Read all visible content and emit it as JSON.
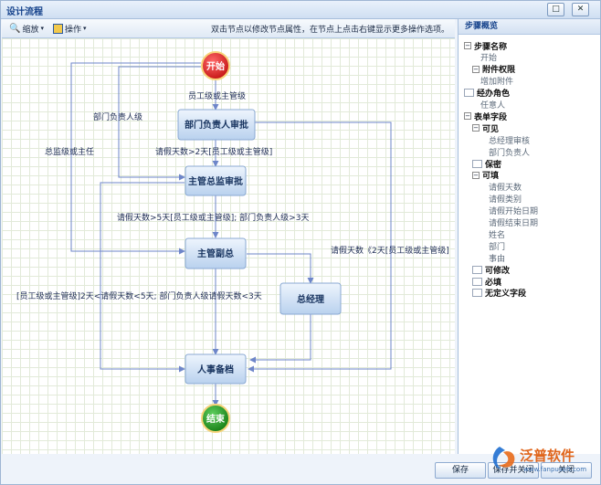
{
  "window": {
    "title": "设计流程",
    "restore_icon": "restore-icon",
    "close_icon": "close-icon"
  },
  "toolbar": {
    "zoom_label": "缩放",
    "action_label": "操作",
    "hint": "双击节点以修改节点属性，在节点上点击右键显示更多操作选项。"
  },
  "diagram": {
    "nodes": {
      "start": "开始",
      "dept": "部门负责人审批",
      "director": "主管总监审批",
      "vp": "主管副总",
      "gm": "总经理",
      "hr": "人事备档",
      "end": "结束"
    },
    "labels": {
      "l1": "员工级或主管级",
      "l2": "部门负责人级",
      "l3": "总监级或主任",
      "l4": "请假天数>2天[员工级或主管级]",
      "l5": "请假天数>5天[员工级或主管级]; 部门负责人级>3天",
      "l6": "请假天数《2天[员工级或主管级]",
      "l7": "[员工级或主管级]2天<请假天数<5天; 部门负责人级请假天数<3天"
    },
    "colors": {
      "start": "#d81e1e",
      "end": "#1e8a1e",
      "task": "#c6daf0",
      "edge": "#6e86c9"
    }
  },
  "panel": {
    "title": "步骤概览",
    "tree": [
      {
        "label": "步骤名称",
        "bold": true
      },
      {
        "label": "开始",
        "bold": false
      },
      {
        "label": "附件权限",
        "bold": true
      },
      {
        "label": "增加附件",
        "bold": false
      },
      {
        "label": "经办角色",
        "bold": true
      },
      {
        "label": "任意人",
        "bold": false
      },
      {
        "label": "表单字段",
        "bold": true
      },
      {
        "label": "可见",
        "bold": true
      },
      {
        "label": "总经理审核",
        "bold": false
      },
      {
        "label": "部门负责人",
        "bold": false
      },
      {
        "label": "保密",
        "bold": true
      },
      {
        "label": "可填",
        "bold": true
      },
      {
        "label": "请假天数",
        "bold": false
      },
      {
        "label": "请假类别",
        "bold": false
      },
      {
        "label": "请假开始日期",
        "bold": false
      },
      {
        "label": "请假结束日期",
        "bold": false
      },
      {
        "label": "姓名",
        "bold": false
      },
      {
        "label": "部门",
        "bold": false
      },
      {
        "label": "事由",
        "bold": false
      },
      {
        "label": "可修改",
        "bold": true
      },
      {
        "label": "必填",
        "bold": true
      },
      {
        "label": "无定义字段",
        "bold": true
      }
    ]
  },
  "footer": {
    "save": "保存",
    "save_close": "保存并关闭",
    "close": "关闭"
  },
  "watermark": {
    "brand": "泛普软件",
    "url": "www.fanpusoft.com"
  }
}
